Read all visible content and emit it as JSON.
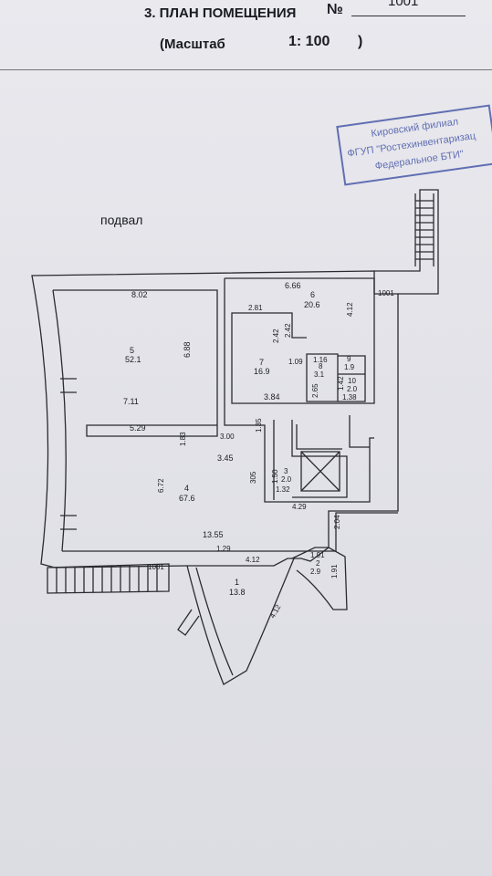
{
  "header": {
    "title": "3. ПЛАН ПОМЕЩЕНИЯ",
    "number_sign": "№",
    "number_value": "1001",
    "scale_open": "(Масштаб",
    "scale_value": "1:  100",
    "scale_close": ")"
  },
  "stamp": {
    "line1": "Кировский филиал",
    "line2": "ФГУП \"Ростехинвентаризац",
    "line3": "Федеральное БТИ\""
  },
  "floor_label": "подвал",
  "rooms": [
    {
      "id": "5",
      "area": "52.1"
    },
    {
      "id": "6",
      "area": "20.6"
    },
    {
      "id": "7",
      "area": "16.9"
    },
    {
      "id": "8",
      "area": "3.1"
    },
    {
      "id": "9",
      "area": "1.9"
    },
    {
      "id": "10",
      "area": "2.0"
    },
    {
      "id": "4",
      "area": "67.6"
    },
    {
      "id": "3",
      "area": "2.0"
    },
    {
      "id": "1",
      "area": "13.8"
    },
    {
      "id": "2",
      "area": "2.9"
    }
  ],
  "dimensions": [
    "8.02",
    "6.66",
    "2.81",
    "4.12",
    "2.42",
    "2.42",
    "6.88",
    "1.09",
    "1.16",
    "2.65",
    "1.42",
    "3.84",
    "1.38",
    "7.11",
    "5.29",
    "1.83",
    "3.00",
    "1.35",
    "3.45",
    "6.72",
    "305",
    "1.50",
    "1.32",
    "4.29",
    "2.04",
    "13.55",
    "1.29",
    "4.12",
    "1.91",
    "1.91",
    "4.12"
  ],
  "door_labels": [
    "1001",
    "1001"
  ]
}
